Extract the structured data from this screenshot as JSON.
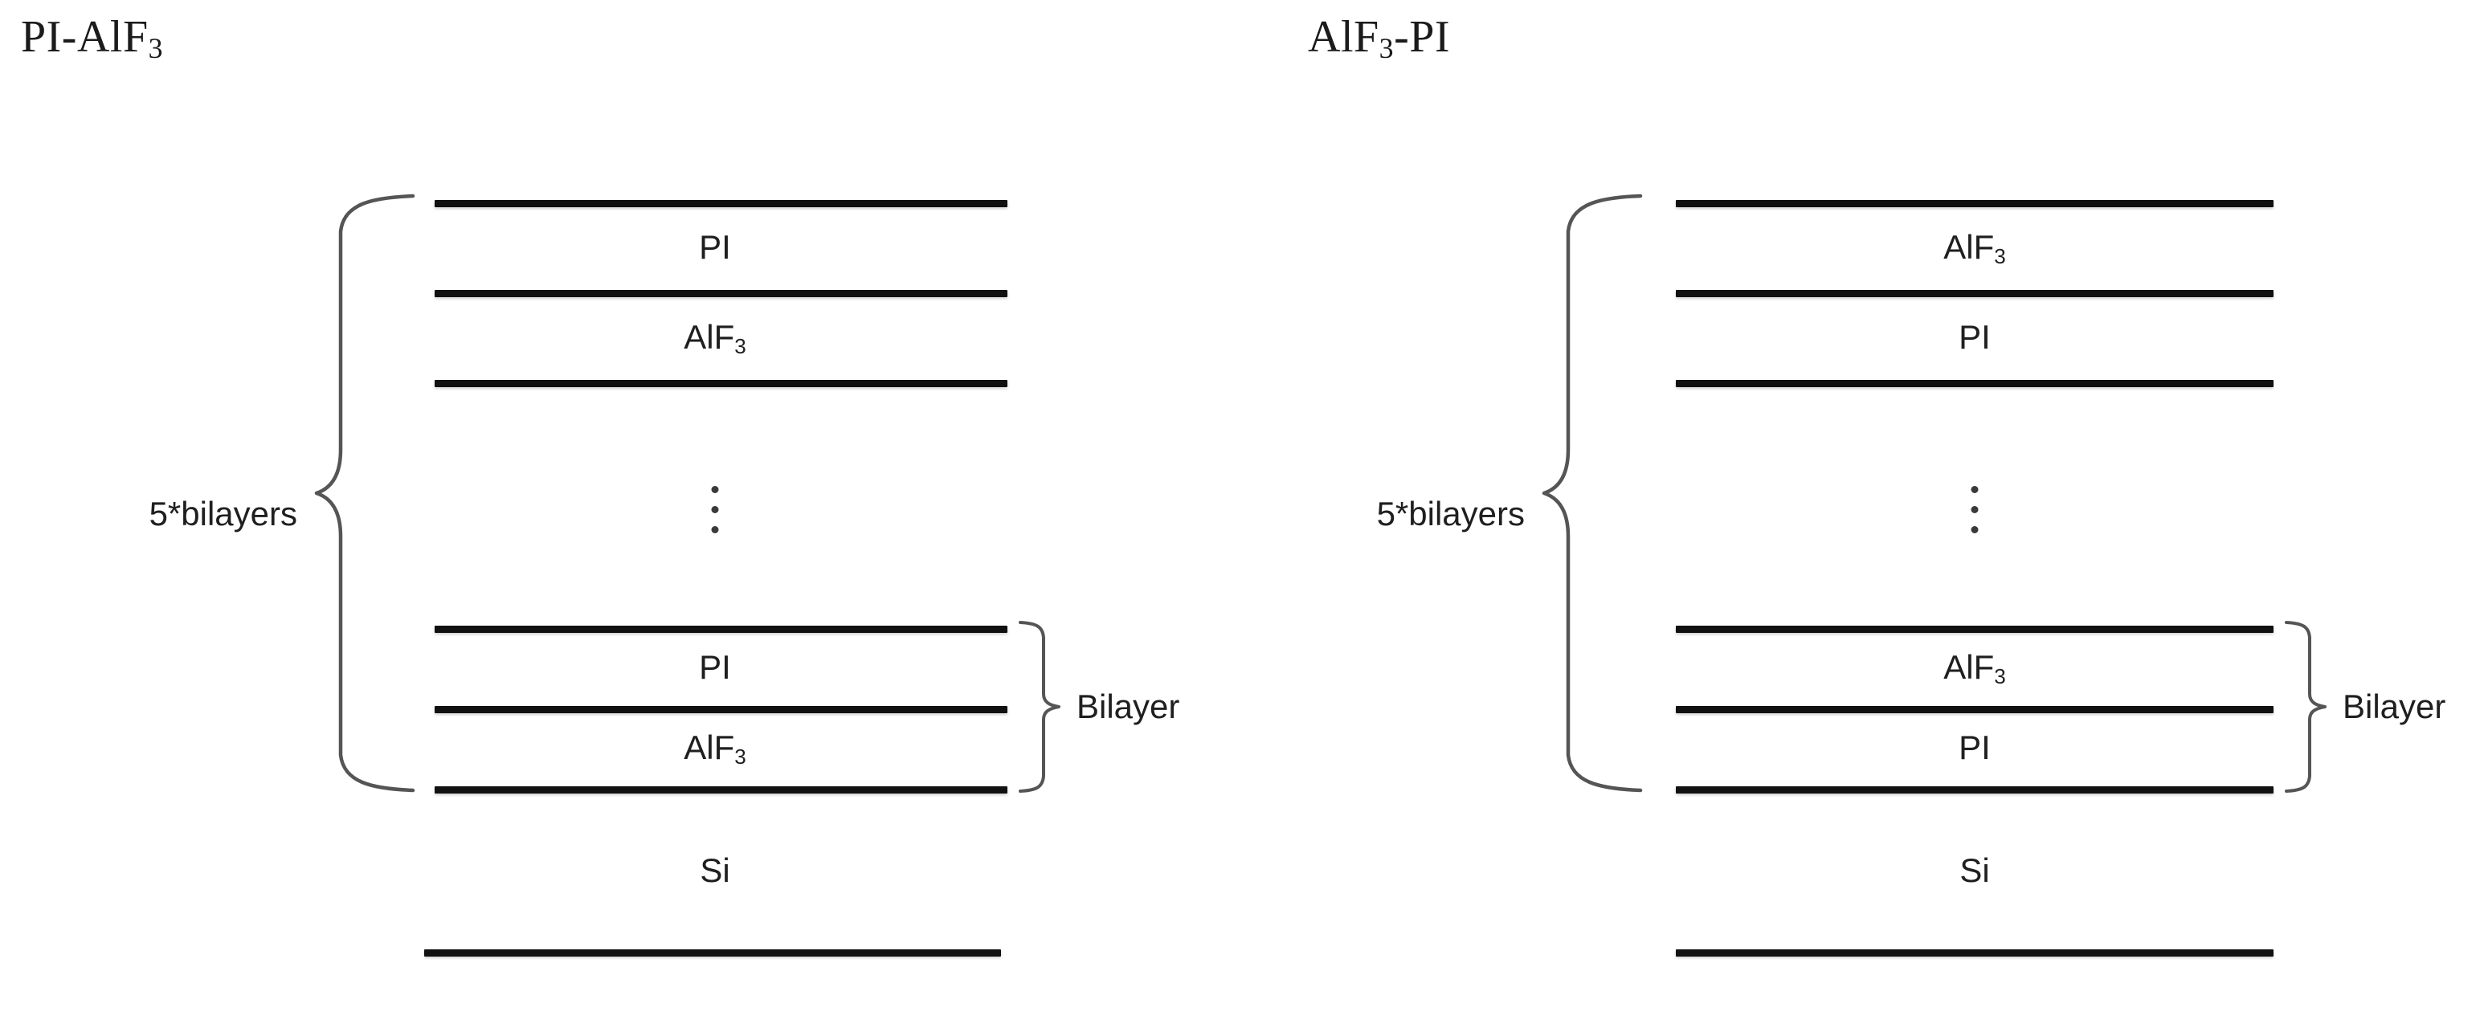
{
  "figure": {
    "type": "multilayer-film-stack-schematic",
    "panel_count": 2
  },
  "panels": [
    {
      "id": "left",
      "title_html": "PI-AlF3",
      "title_main_a": "PI-AlF",
      "title_sub_a": "3",
      "repeat_brace_label": "5*bilayers",
      "bilayer_brace_label": "Bilayer",
      "substrate_label": "Si",
      "ellipsis": "vertical-ellipsis",
      "top_layers": [
        {
          "name": "PI",
          "sub": ""
        },
        {
          "name": "AlF",
          "sub": "3"
        }
      ],
      "bottom_layers": [
        {
          "name": "PI",
          "sub": ""
        },
        {
          "name": "AlF",
          "sub": "3"
        }
      ]
    },
    {
      "id": "right",
      "title_html": "AlF3-PI",
      "title_main_a": "AlF",
      "title_sub_a": "3",
      "title_main_b": "-PI",
      "repeat_brace_label": "5*bilayers",
      "bilayer_brace_label": "Bilayer",
      "substrate_label": "Si",
      "ellipsis": "vertical-ellipsis",
      "top_layers": [
        {
          "name": "AlF",
          "sub": "3"
        },
        {
          "name": "PI",
          "sub": ""
        }
      ],
      "bottom_layers": [
        {
          "name": "AlF",
          "sub": "3"
        },
        {
          "name": "PI",
          "sub": ""
        }
      ]
    }
  ],
  "colors": {
    "background": "#ffffff",
    "layer_line": "#111111",
    "brace_stroke": "#555555",
    "text": "#1f1f1f",
    "title_text": "#1b1b1b"
  }
}
